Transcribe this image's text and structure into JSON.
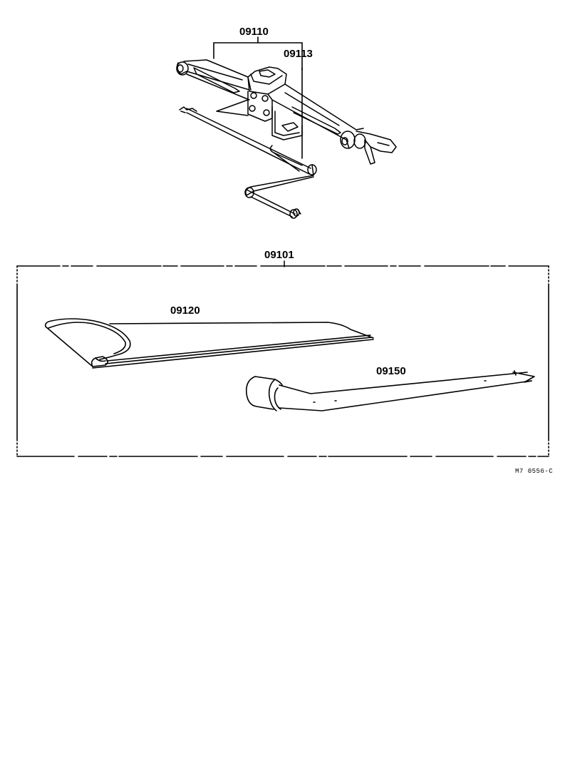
{
  "diagram": {
    "type": "parts-exploded-view",
    "background": "#ffffff",
    "line_color": "#000000",
    "groups": [
      {
        "id": "jack-assembly",
        "part_label": "09110",
        "description": "scissor jack assembly",
        "sub_parts": [
          {
            "part_label": "09113",
            "description": "jack handle"
          }
        ]
      },
      {
        "id": "tool-set",
        "part_label": "09101",
        "description": "tool set enclosed in dashed frame",
        "sub_parts": [
          {
            "part_label": "09120",
            "description": "tool bag"
          },
          {
            "part_label": "09150",
            "description": "wheel nut wrench"
          }
        ]
      }
    ],
    "labels": {
      "jack": "09110",
      "jack_handle": "09113",
      "tool_set": "09101",
      "tool_bag": "09120",
      "wrench": "09150"
    },
    "figure_code": "M7 0556-C"
  }
}
